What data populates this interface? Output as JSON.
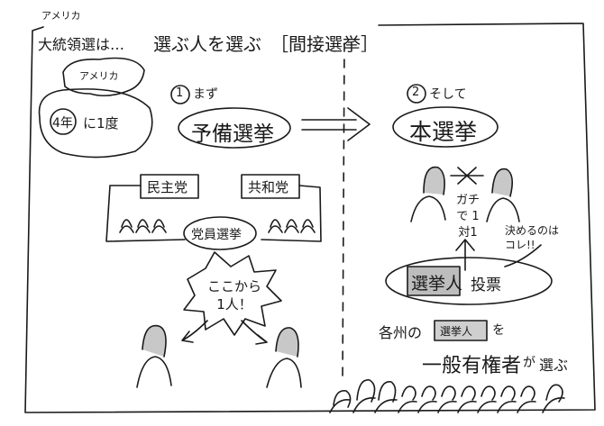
{
  "tag": "アメリカ",
  "header": {
    "lead": "大統領選は…",
    "main": "選ぶ人を選ぶ",
    "bracket": "［間接選挙］"
  },
  "left": {
    "map_label": "アメリカ",
    "every_num": "4年",
    "every_rest": "に1度",
    "step_num": "1",
    "step_label": "まず",
    "primary": "予備選挙",
    "party_dem": "民主党",
    "party_rep": "共和党",
    "member_vote": "党員選挙",
    "burst": "ここから 1人！"
  },
  "right": {
    "step_num": "2",
    "step_label": "そして",
    "general": "本選挙",
    "vs": "ガチで 1対1",
    "elector": "選挙人",
    "vote": "投票",
    "decides": "決めるのは コレ!!",
    "each_state": "各州の",
    "elector_small": "選挙人",
    "wo": "を",
    "public": "一般有権者",
    "ga": "が",
    "choose": "選ぶ"
  }
}
